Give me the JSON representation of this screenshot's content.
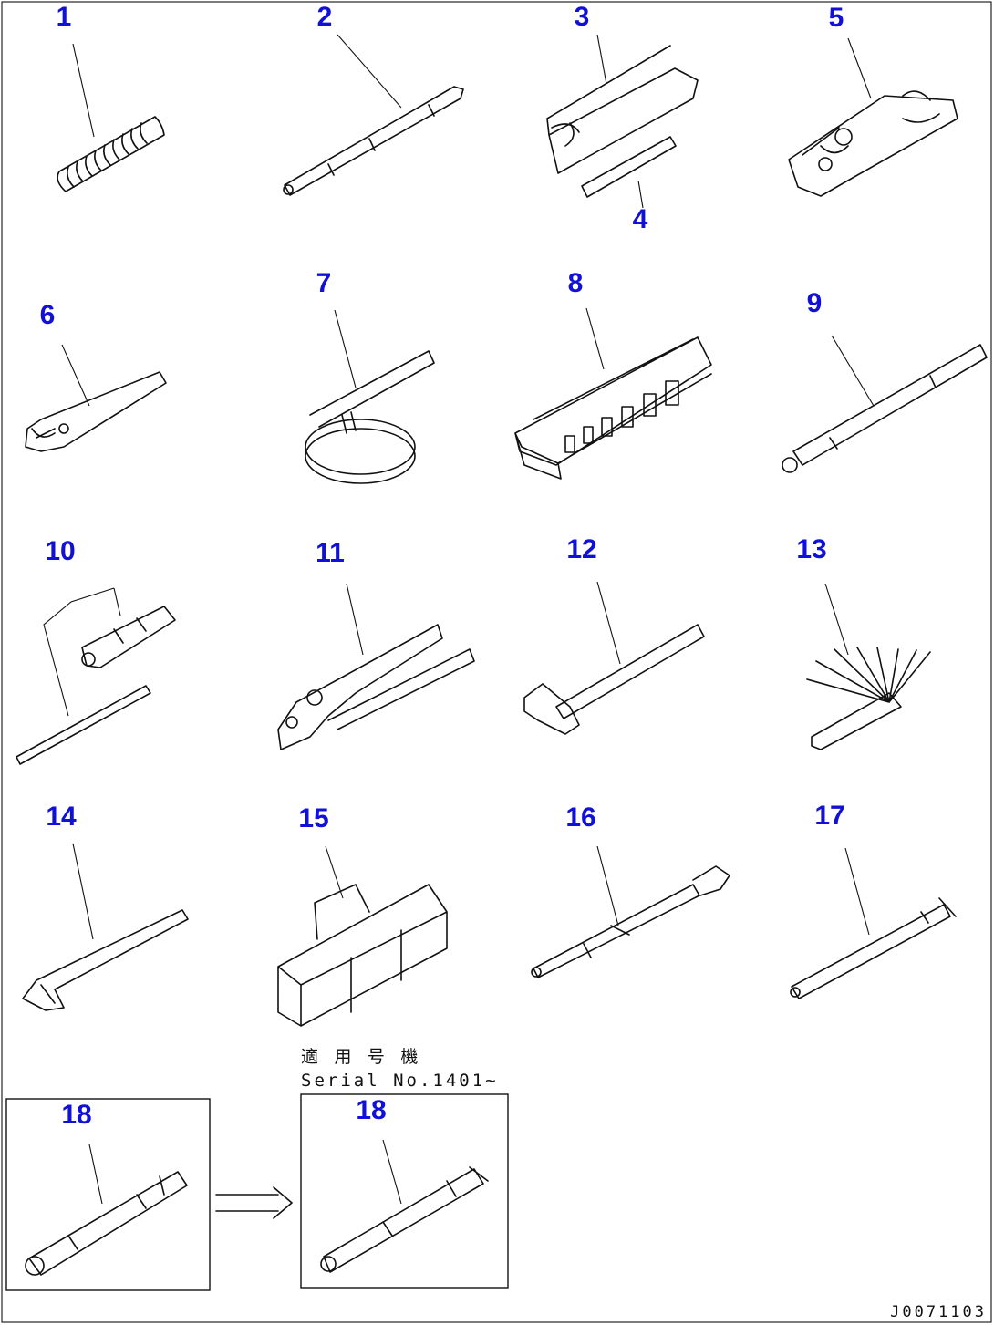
{
  "parts": [
    {
      "key": "p1",
      "label": "1"
    },
    {
      "key": "p2",
      "label": "2"
    },
    {
      "key": "p3",
      "label": "3"
    },
    {
      "key": "p4",
      "label": "4"
    },
    {
      "key": "p5",
      "label": "5"
    },
    {
      "key": "p6",
      "label": "6"
    },
    {
      "key": "p7",
      "label": "7"
    },
    {
      "key": "p8",
      "label": "8"
    },
    {
      "key": "p9",
      "label": "9"
    },
    {
      "key": "p10",
      "label": "10"
    },
    {
      "key": "p11",
      "label": "11"
    },
    {
      "key": "p12",
      "label": "12"
    },
    {
      "key": "p13",
      "label": "13"
    },
    {
      "key": "p14",
      "label": "14"
    },
    {
      "key": "p15",
      "label": "15"
    },
    {
      "key": "p16",
      "label": "16"
    },
    {
      "key": "p17",
      "label": "17"
    },
    {
      "key": "p18a",
      "label": "18"
    },
    {
      "key": "p18b",
      "label": "18"
    }
  ],
  "note": {
    "line1": "適 用 号 機",
    "line2": "Serial No.1401~"
  },
  "drawing_code": "J0071103"
}
